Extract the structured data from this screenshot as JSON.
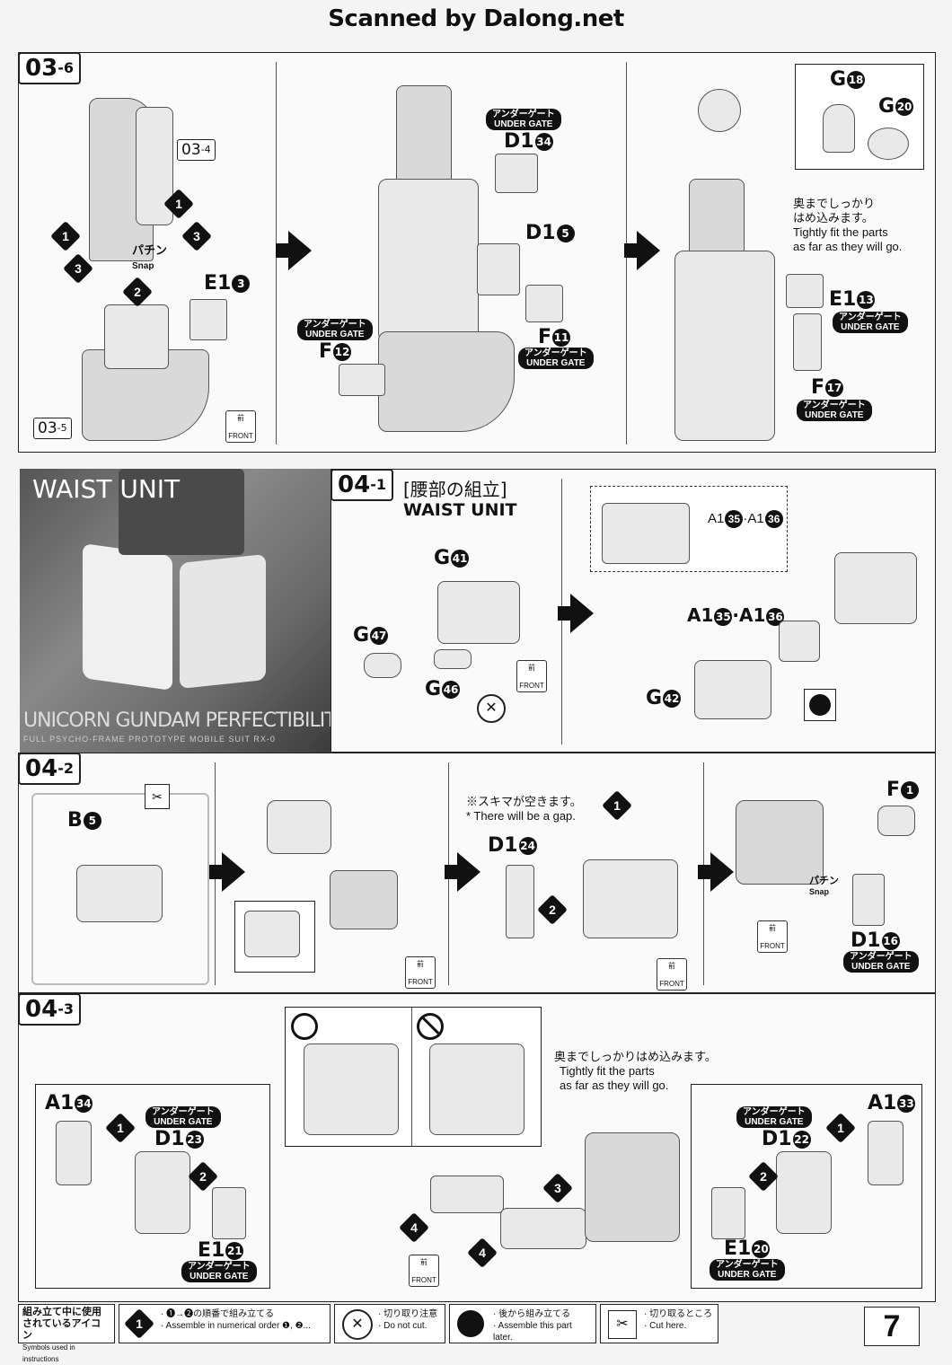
{
  "header": "Scanned by Dalong.net",
  "s036": {
    "step": "03",
    "step_sub": "-6",
    "ref_a": "03",
    "ref_a_sub": "-4",
    "ref_b": "03",
    "ref_b_sub": "-5",
    "snap_jp": "パチン",
    "snap_en": "Snap",
    "e1_3": "E1",
    "e1_3n": "3",
    "d1_34": "D1",
    "d1_34n": "34",
    "d1_5": "D1",
    "d1_5n": "5",
    "f11": "F",
    "f11n": "11",
    "f12": "F",
    "f12n": "12",
    "g18": "G",
    "g18n": "18",
    "g20": "G",
    "g20n": "20",
    "e1_13": "E1",
    "e1_13n": "13",
    "f17": "F",
    "f17n": "17",
    "note_jp": "奥までしっかり\nはめ込みます。",
    "note_en": "Tightly fit the parts\nas far as they will go."
  },
  "gate_jp": "アンダーゲート",
  "gate_en": "UNDER GATE",
  "front_jp": "前",
  "front_en": "FRONT",
  "waist": {
    "title": "WAIST UNIT",
    "product": "UNICORN GUNDAM PERFECTIBILITY",
    "product_sub": "FULL PSYCHO-FRAME PROTOTYPE MOBILE SUIT RX-0"
  },
  "s041": {
    "step": "04",
    "step_sub": "-1",
    "title_jp": "[腰部の組立]",
    "title_en": "WAIST UNIT",
    "g41": "G",
    "g41n": "41",
    "g47": "G",
    "g47n": "47",
    "g46": "G",
    "g46n": "46",
    "a1_35_36": "A1",
    "a1_35n": "35",
    "a1_sep": "·",
    "a1_b": "A1",
    "a1_36n": "36",
    "g42": "G",
    "g42n": "42"
  },
  "s042": {
    "step": "04",
    "step_sub": "-2",
    "b5": "B",
    "b5n": "5",
    "gap_jp": "※スキマが空きます。",
    "gap_en": "* There will be a gap.",
    "d1_24": "D1",
    "d1_24n": "24",
    "f1": "F",
    "f1n": "1",
    "d1_16": "D1",
    "d1_16n": "16",
    "snap_jp": "パチン",
    "snap_en": "Snap"
  },
  "s043": {
    "step": "04",
    "step_sub": "-3",
    "note_jp": "奥までしっかりはめ込みます。",
    "note_en": "Tightly fit the parts\nas far as they will go.",
    "a1_34": "A1",
    "a1_34n": "34",
    "d1_23": "D1",
    "d1_23n": "23",
    "e1_21": "E1",
    "e1_21n": "21",
    "a1_33": "A1",
    "a1_33n": "33",
    "d1_22": "D1",
    "d1_22n": "22",
    "e1_20": "E1",
    "e1_20n": "20"
  },
  "legend": {
    "title_jp": "組み立て中に使用\nされているアイコン",
    "title_en": "Symbols used in instructions",
    "order_jp": "· ❶→❷の順番で組み立てる",
    "order_en": "· Assemble in numerical order ❶, ❷...",
    "nocut_jp": "· 切り取り注意",
    "nocut_en": "· Do not cut.",
    "later_jp": "· 後から組み立てる",
    "later_en": "· Assemble this part later.",
    "cut_jp": "· 切り取るところ",
    "cut_en": "· Cut here."
  },
  "page_number": "7"
}
